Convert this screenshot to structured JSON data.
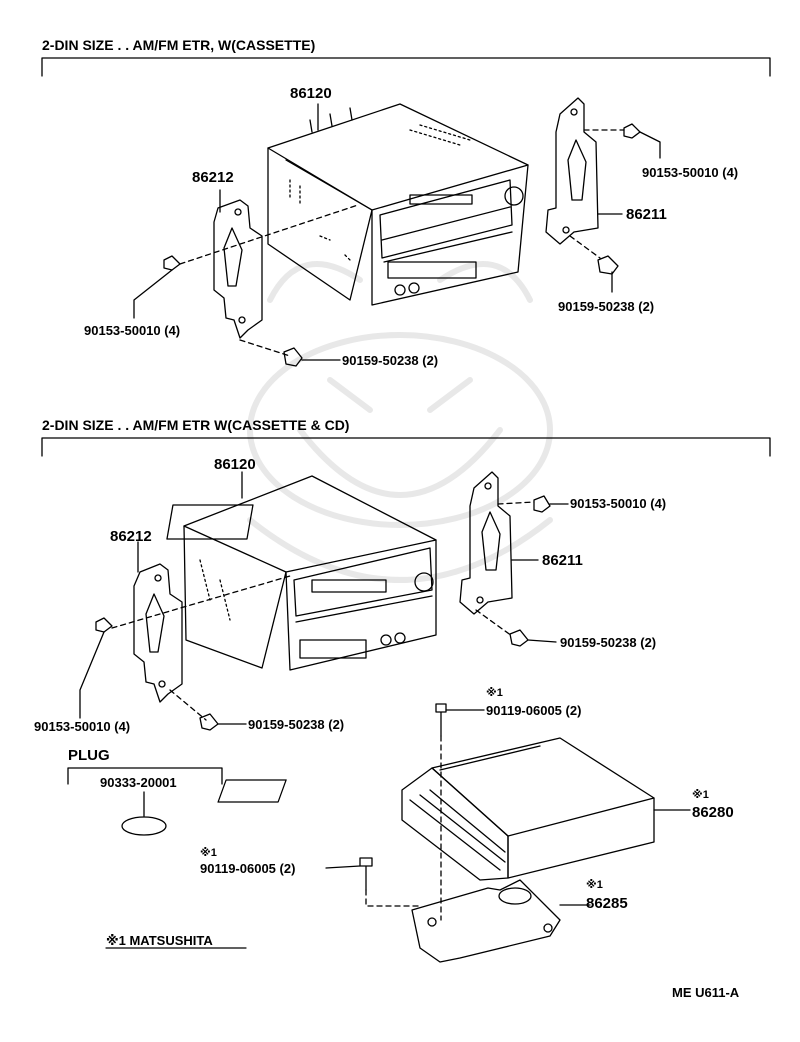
{
  "section1": {
    "title": "2-DIN SIZE . .  AM/FM ETR, W(CASSETTE)",
    "parts": {
      "radio": "86120",
      "bracket_left": "86212",
      "bracket_right": "86211",
      "screw_right": "90153-50010 (4)",
      "screw_left": "90153-50010 (4)",
      "bolt_right": "90159-50238 (2)",
      "bolt_left": "90159-50238 (2)"
    }
  },
  "section2": {
    "title": "2-DIN SIZE . .  AM/FM ETR W(CASSETTE & CD)",
    "parts": {
      "radio": "86120",
      "bracket_left": "86212",
      "bracket_right": "86211",
      "screw_right": "90153-50010 (4)",
      "screw_left": "90153-50010 (4)",
      "bolt_right": "90159-50238 (2)",
      "bolt_left": "90159-50238 (2)",
      "amp_bolt_top_mark": "※1",
      "amp_bolt_top": "90119-06005 (2)",
      "amp_mark": "※1",
      "amp": "86280",
      "amp_bolt_left_mark": "※1",
      "amp_bolt_left": "90119-06005 (2)",
      "amp_bracket_mark": "※1",
      "amp_bracket": "86285"
    }
  },
  "plug": {
    "title": "PLUG",
    "part": "90333-20001"
  },
  "footnote": "※1 MATSUSHITA",
  "ref_code": "ME  U611-A"
}
